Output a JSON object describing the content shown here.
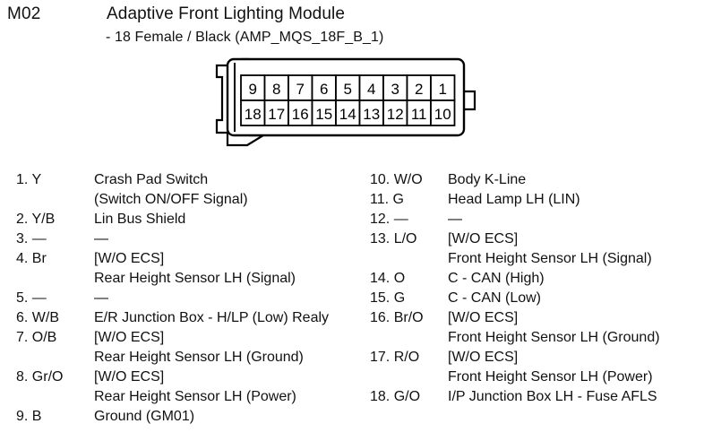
{
  "header": {
    "module_code": "M02",
    "title": "Adaptive Front Lighting Module",
    "subtitle": "- 18 Female / Black (AMP_MQS_18F_B_1)"
  },
  "connector": {
    "name": "18-way female connector",
    "rows": [
      [
        "9",
        "8",
        "7",
        "6",
        "5",
        "4",
        "3",
        "2",
        "1"
      ],
      [
        "18",
        "17",
        "16",
        "15",
        "14",
        "13",
        "12",
        "11",
        "10"
      ]
    ],
    "stroke_color": "#000000",
    "fill_color": "#ffffff"
  },
  "pins_left": [
    {
      "ref": "1. Y",
      "lines": [
        "Crash Pad Switch",
        "(Switch ON/OFF Signal)"
      ]
    },
    {
      "ref": "2. Y/B",
      "lines": [
        "Lin Bus Shield"
      ]
    },
    {
      "ref": "3. —",
      "lines": [
        "—"
      ]
    },
    {
      "ref": "4. Br",
      "lines": [
        "[W/O ECS]",
        "Rear Height Sensor LH (Signal)"
      ]
    },
    {
      "ref": "5. —",
      "lines": [
        "—"
      ]
    },
    {
      "ref": "6. W/B",
      "lines": [
        "E/R Junction Box - H/LP (Low) Realy"
      ]
    },
    {
      "ref": "7. O/B",
      "lines": [
        "[W/O ECS]",
        "Rear Height Sensor LH (Ground)"
      ]
    },
    {
      "ref": "8. Gr/O",
      "lines": [
        "[W/O ECS]",
        "Rear Height Sensor LH (Power)"
      ]
    },
    {
      "ref": "9. B",
      "lines": [
        "Ground (GM01)"
      ]
    }
  ],
  "pins_right": [
    {
      "ref": "10. W/O",
      "lines": [
        "Body K-Line"
      ]
    },
    {
      "ref": "11. G",
      "lines": [
        "Head Lamp LH (LIN)"
      ]
    },
    {
      "ref": "12. —",
      "lines": [
        "—"
      ]
    },
    {
      "ref": "13. L/O",
      "lines": [
        "[W/O ECS]",
        "Front Height Sensor LH (Signal)"
      ]
    },
    {
      "ref": "14. O",
      "lines": [
        "C - CAN (High)"
      ]
    },
    {
      "ref": "15. G",
      "lines": [
        "C - CAN (Low)"
      ]
    },
    {
      "ref": "16. Br/O",
      "lines": [
        "[W/O ECS]",
        "Front Height Sensor LH (Ground)"
      ]
    },
    {
      "ref": "17. R/O",
      "lines": [
        "[W/O ECS]",
        "Front Height Sensor LH (Power)"
      ]
    },
    {
      "ref": "18. G/O",
      "lines": [
        "I/P Junction Box LH - Fuse AFLS"
      ]
    }
  ]
}
